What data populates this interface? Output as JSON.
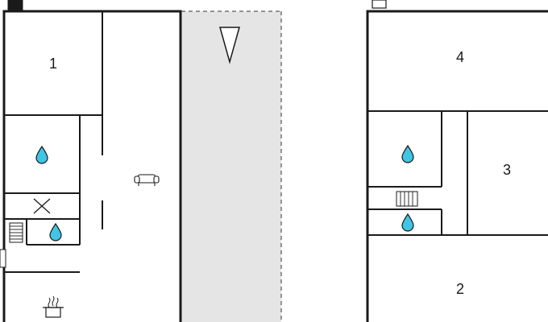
{
  "floors": [
    {
      "name": "left-floor",
      "rooms": [
        {
          "id": "room-1",
          "label": "1"
        }
      ],
      "icons": [
        "water-drop-icon",
        "water-drop-icon",
        "sofa-icon",
        "cross-icon",
        "radiator-icon",
        "cooking-pot-icon",
        "heater-icon"
      ]
    },
    {
      "name": "right-floor",
      "rooms": [
        {
          "id": "room-4",
          "label": "4"
        },
        {
          "id": "room-3",
          "label": "3"
        },
        {
          "id": "room-2",
          "label": "2"
        }
      ],
      "icons": [
        "water-drop-icon",
        "water-drop-icon",
        "radiator-icon",
        "heater-icon"
      ]
    }
  ],
  "terrace": {
    "icon": "triangle-marker-icon"
  },
  "colors": {
    "wall": "#1a1a1a",
    "water": "#41c5e6",
    "terrace_fill": "#e5e5e5",
    "background": "#ffffff"
  }
}
